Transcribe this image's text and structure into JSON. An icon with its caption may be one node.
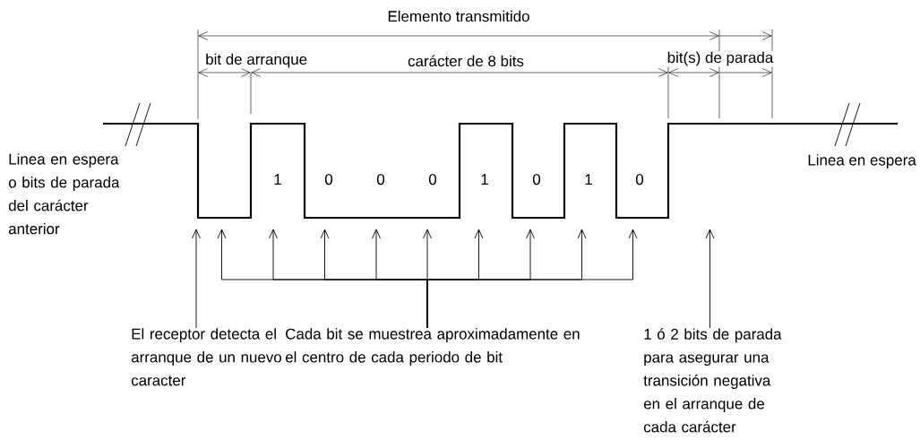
{
  "diagram": {
    "nodes": [
      {
        "text": [
          "El receptor detecta el arranque de un nuevo caracter"
        ]
      },
      {
        "text": [
          "Cada bit se muestrea aproximadamente en el centro de cada periodo de bit"
        ]
      },
      {
        "text": [
          "1 ó 2 bits de parada para asegurar una transición negativa en el arranque de cada carácter"
        ]
      }
    ],
    "edges": [
      {
        "from": 0,
        "to": null,
        "arrow": "to"
      },
      {
        "from": 1,
        "to": null,
        "arrow": "to"
      },
      {
        "from": 1,
        "to": null,
        "arrow": "to"
      },
      {
        "from": 1,
        "to": null,
        "arrow": "to"
      },
      {
        "from": 1,
        "to": null,
        "arrow": "to"
      },
      {
        "from": 1,
        "to": null,
        "arrow": "to"
      },
      {
        "from": 1,
        "to": null,
        "arrow": "to"
      },
      {
        "from": 1,
        "to": null,
        "arrow": "to"
      },
      {
        "from": 1,
        "to": null,
        "arrow": "to"
      },
      {
        "from": 1,
        "to": null,
        "arrow": "to"
      },
      {
        "from": 2,
        "to": null,
        "arrow": "to"
      }
    ],
    "labels": [
      "Elemento transmitido",
      "bit de arranque",
      "carácter de 8 bits",
      "bit(s) de parada",
      "Linea en espera o bits de parada del carácter anterior",
      "Linea en espera",
      "1",
      "0",
      "0",
      "0",
      "1",
      "0",
      "1",
      "0"
    ]
  }
}
